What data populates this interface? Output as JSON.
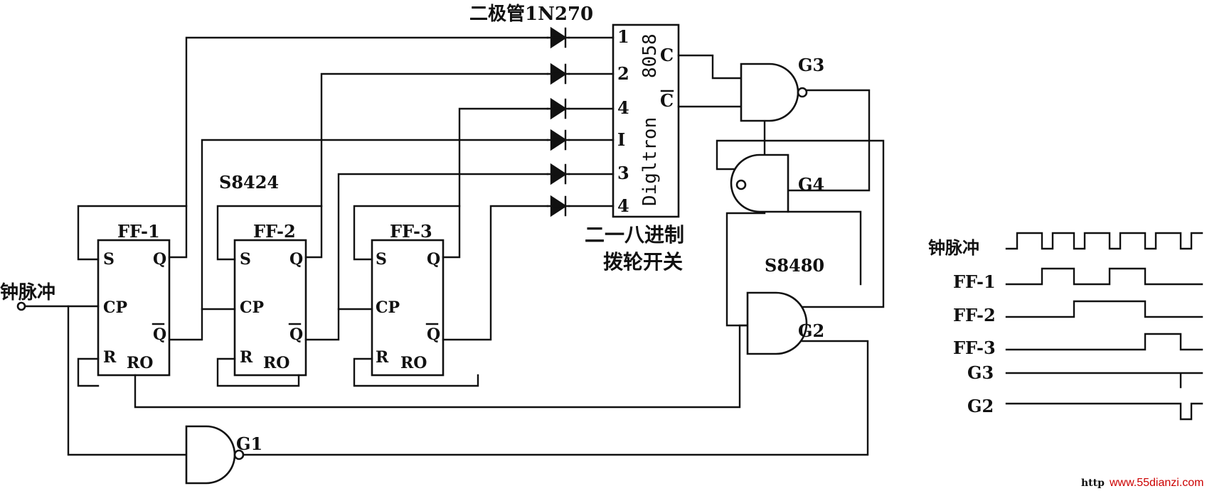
{
  "colors": {
    "ink": "#111111",
    "paper": "#ffffff",
    "watermark": "#cc0000"
  },
  "labels": {
    "diode": "二极管1N270",
    "counter_chip": "S8424",
    "gate_chip": "S8480",
    "clock_input": "钟脉冲",
    "switch_caption_1": "二一八进制",
    "switch_caption_2": "拨轮开关",
    "switch_name": "Digltron",
    "switch_model": "8058"
  },
  "flipflops": [
    {
      "name": "FF-1",
      "pins": {
        "s": "S",
        "q": "Q",
        "cp": "CP",
        "qbar": "Q",
        "r": "R",
        "r0": "RO"
      }
    },
    {
      "name": "FF-2",
      "pins": {
        "s": "S",
        "q": "Q",
        "cp": "CP",
        "qbar": "Q",
        "r": "R",
        "r0": "RO"
      }
    },
    {
      "name": "FF-3",
      "pins": {
        "s": "S",
        "q": "Q",
        "cp": "CP",
        "qbar": "Q",
        "r": "R",
        "r0": "RO"
      }
    }
  ],
  "switch_pins": {
    "p1": "1",
    "p2": "2",
    "p4": "4",
    "p1b": "I",
    "p2b": "3",
    "p4b": "4",
    "c": "C",
    "cbar": "C"
  },
  "gates": {
    "g1": "G1",
    "g2": "G2",
    "g3": "G3",
    "g4": "G4"
  },
  "timing": {
    "signals": [
      "钟脉冲",
      "FF-1",
      "FF-2",
      "FF-3",
      "G3",
      "G2"
    ]
  },
  "watermark": "www.55dianzi.com",
  "watermark_prefix": "http"
}
